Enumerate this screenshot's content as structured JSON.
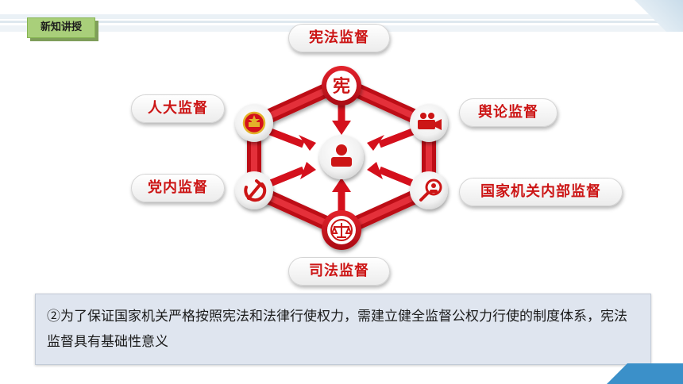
{
  "section_tag": "新知讲授",
  "center_label": "",
  "nodes": {
    "top": {
      "label": "宪法监督",
      "glyph": "宪"
    },
    "upper_left": {
      "label": "人大监督"
    },
    "upper_right": {
      "label": "舆论监督"
    },
    "lower_left": {
      "label": "党内监督"
    },
    "lower_right": {
      "label": "国家机关内部监督"
    },
    "bottom": {
      "label": "司法监督"
    }
  },
  "note": {
    "text": "②为了保证国家机关严格按照宪法和法律行使权力，需建立健全监督公权力行使的制度体系，宪法监督具有基础性意义"
  },
  "colors": {
    "accent_red": "#cc1515",
    "arrow_red": "#d4101c",
    "tag_green": "#a9cf7a",
    "note_bg": "#dfe5ef",
    "brand_blue": "#3b90c9"
  },
  "icons": [
    "constitution-seal-icon",
    "national-emblem-icon",
    "camera-icon",
    "hammer-sickle-icon",
    "magnifier-person-icon",
    "court-emblem-icon",
    "official-person-icon"
  ]
}
